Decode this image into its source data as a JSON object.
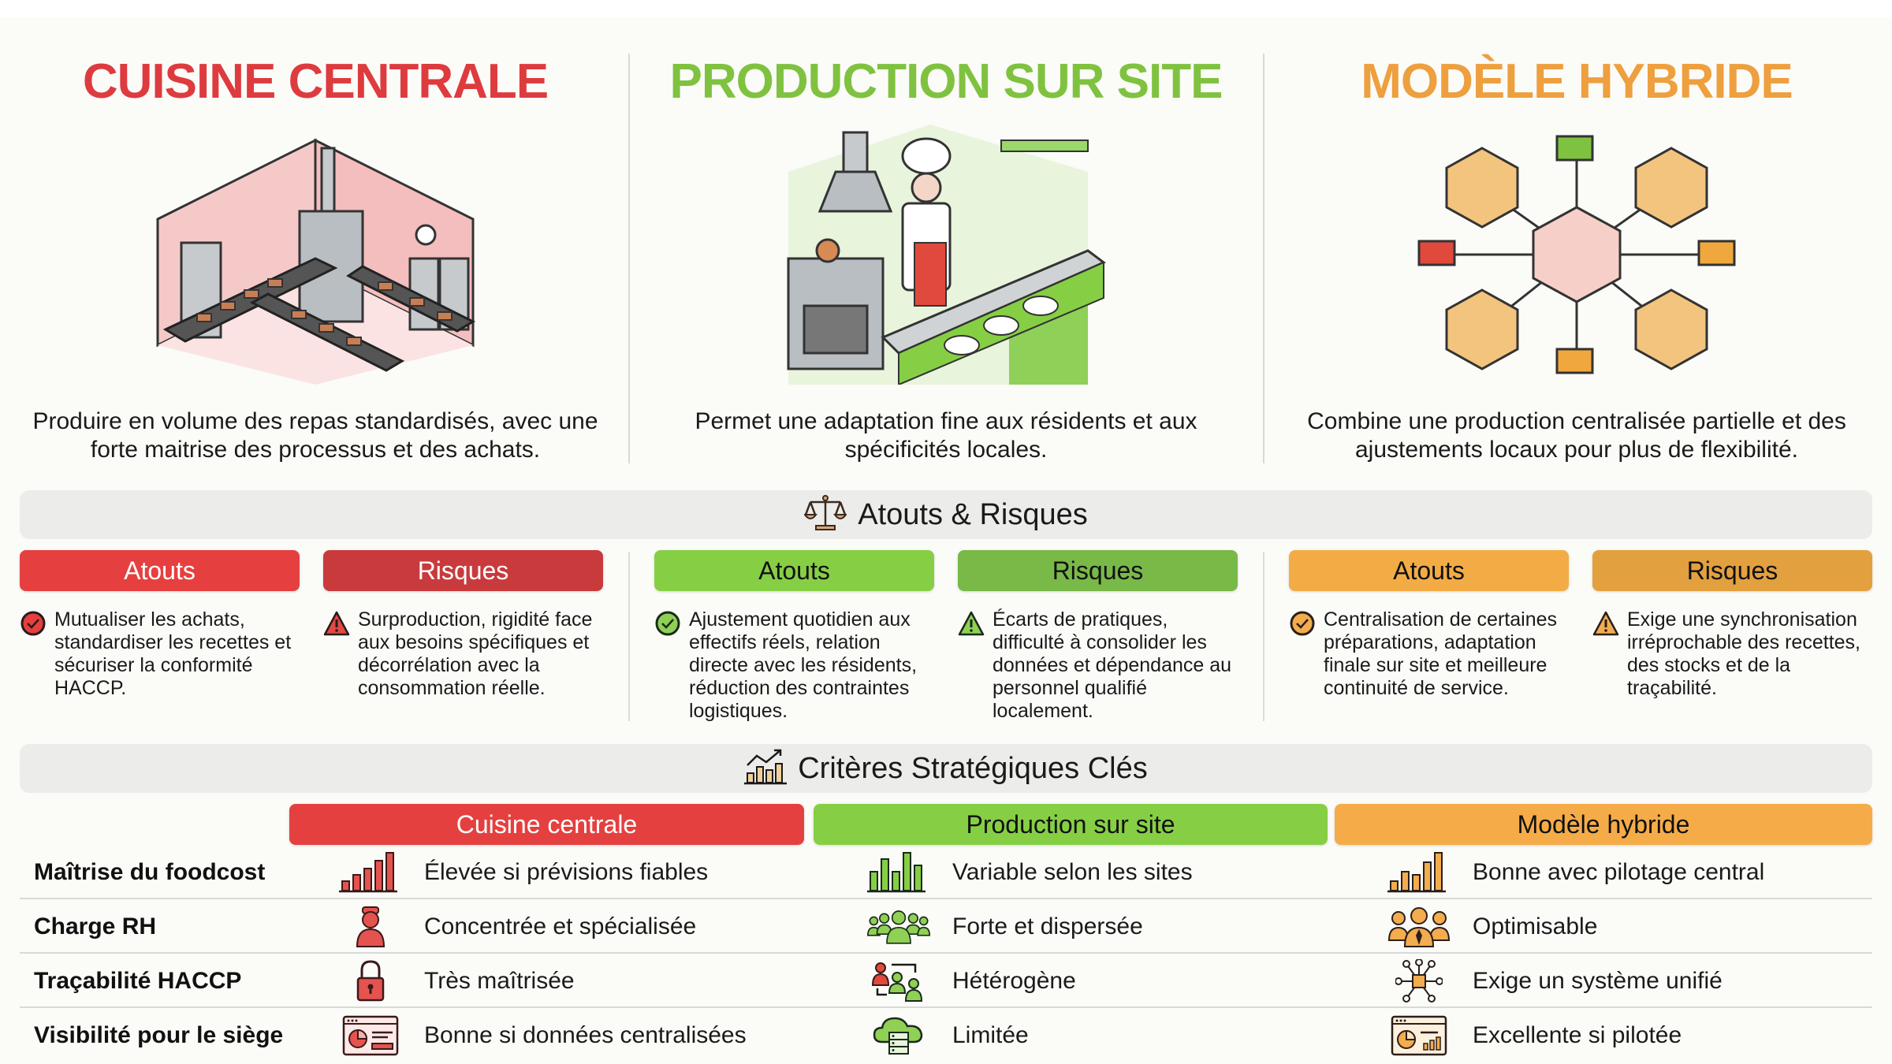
{
  "colors": {
    "central": "#de3b3f",
    "site": "#7fc23f",
    "hybrid": "#ee9f3e",
    "section_bg": "#ececea",
    "page_bg": "#fbfbf8"
  },
  "models": [
    {
      "title": "CUISINE CENTRALE",
      "illustration": "central-kitchen-conveyor-illustration",
      "description": "Produire en volume des repas standardisés, avec une forte maitrise des processus et des achats."
    },
    {
      "title": "PRODUCTION SUR SITE",
      "illustration": "chef-onsite-kitchen-illustration",
      "description": "Permet une adaptation fine aux résidents et aux spécificités locales."
    },
    {
      "title": "MODÈLE HYBRIDE",
      "illustration": "hub-and-spoke-kitchens-trucks-illustration",
      "description": "Combine une production centralisée partielle et des ajustements locaux pour plus de flexibilité."
    }
  ],
  "atouts_risques": {
    "title": "Atouts & Risques",
    "icon": "balance-scale-icon",
    "groups": [
      {
        "atouts_label": "Atouts",
        "risques_label": "Risques",
        "atouts_text": "Mutualiser les achats, standardiser les recettes et sécuriser la conformité HACCP.",
        "risques_text": "Surproduction, rigidité face aux besoins spécifiques et décorrélation avec la consommation réelle."
      },
      {
        "atouts_label": "Atouts",
        "risques_label": "Risques",
        "atouts_text": "Ajustement quotidien aux effectifs réels, relation directe avec les résidents, réduction des contraintes logistiques.",
        "risques_text": "Écarts de pratiques, difficulté à consolider les données et dépendance au personnel qualifié localement."
      },
      {
        "atouts_label": "Atouts",
        "risques_label": "Risques",
        "atouts_text": "Centralisation de certaines préparations, adaptation finale sur site et meilleure continuité de service.",
        "risques_text": "Exige une synchronisation irréprochable des recettes, des stocks et de la traçabilité."
      }
    ]
  },
  "criteres": {
    "title": "Critères Stratégiques Clés",
    "icon": "chart-trend-icon",
    "columns": [
      "Cuisine centrale",
      "Production sur site",
      "Modèle hybride"
    ],
    "rows": [
      {
        "label": "Maîtrise du foodcost",
        "cells": [
          {
            "icon": "bar-chart-rising-icon",
            "text": "Élevée si prévisions fiables"
          },
          {
            "icon": "bar-chart-variable-icon",
            "text": "Variable selon les sites"
          },
          {
            "icon": "bar-chart-rising-icon",
            "text": "Bonne avec pilotage central"
          }
        ]
      },
      {
        "label": "Charge RH",
        "cells": [
          {
            "icon": "cook-person-icon",
            "text": "Concentrée et spécialisée"
          },
          {
            "icon": "group-people-icon",
            "text": "Forte et dispersée"
          },
          {
            "icon": "team-manager-icon",
            "text": "Optimisable"
          }
        ]
      },
      {
        "label": "Traçabilité HACCP",
        "cells": [
          {
            "icon": "padlock-icon",
            "text": "Très maîtrisée"
          },
          {
            "icon": "people-exchange-icon",
            "text": "Hétérogène"
          },
          {
            "icon": "network-hub-icon",
            "text": "Exige un système unifié"
          }
        ]
      },
      {
        "label": "Visibilité pour le siège",
        "cells": [
          {
            "icon": "dashboard-window-icon",
            "text": "Bonne si données centralisées"
          },
          {
            "icon": "cloud-server-icon",
            "text": "Limitée"
          },
          {
            "icon": "dashboard-window-icon",
            "text": "Excellente si pilotée"
          }
        ]
      }
    ]
  }
}
